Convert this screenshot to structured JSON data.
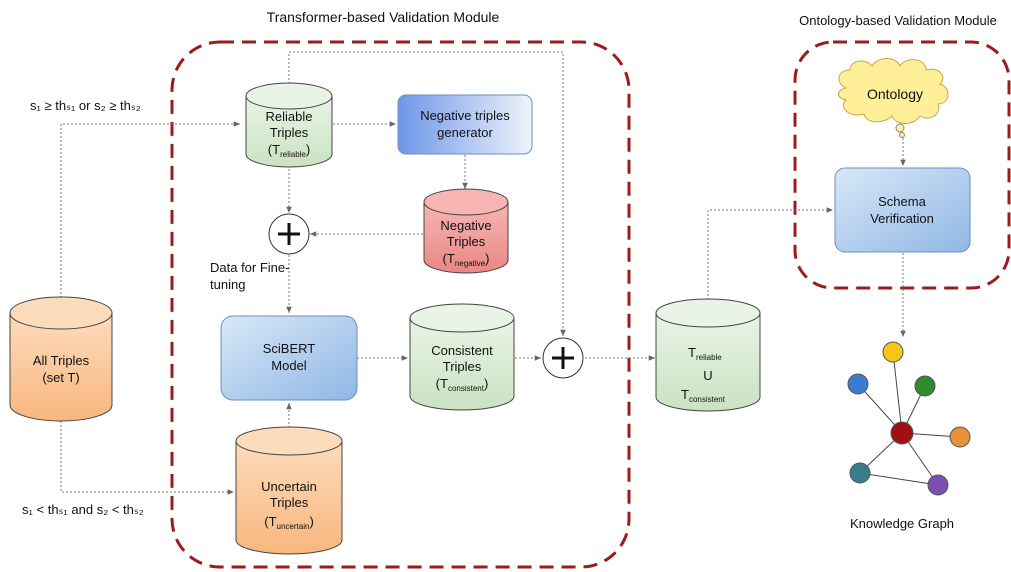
{
  "modules": {
    "transformer_title": "Transformer-based Validation Module",
    "ontology_title": "Ontology-based Validation Module"
  },
  "conditions": {
    "reliable": "s₁ ≥ thₛ₁ or s₂ ≥ thₛ₂",
    "uncertain": "s₁ < thₛ₁ and s₂ < thₛ₂"
  },
  "nodes": {
    "all_triples": {
      "line1": "All Triples",
      "line2": "(set T)"
    },
    "reliable": {
      "line1": "Reliable",
      "line2": "Triples",
      "sym": "T",
      "sub": "reliable"
    },
    "neg_gen": {
      "line1": "Negative triples",
      "line2": "generator"
    },
    "negative": {
      "line1": "Negative",
      "line2": "Triples",
      "sym": "T",
      "sub": "negative"
    },
    "finetune": {
      "line1": "Data for Fine-",
      "line2": "tuning"
    },
    "scibert": {
      "line1": "SciBERT",
      "line2": "Model"
    },
    "consistent": {
      "line1": "Consistent",
      "line2": "Triples",
      "sym": "T",
      "sub": "consistent"
    },
    "uncertain": {
      "line1": "Uncertain",
      "line2": "Triples",
      "sym": "T",
      "sub": "uncertain"
    },
    "union": {
      "sym1": "T",
      "sub1": "reliable",
      "op": "U",
      "sym2": "T",
      "sub2": "consistent"
    },
    "ontology": {
      "label": "Ontology"
    },
    "schema": {
      "line1": "Schema",
      "line2": "Verification"
    },
    "kg": {
      "label": "Knowledge Graph"
    }
  },
  "colors": {
    "module_border": "#9b1c1c",
    "green": "#d5e8d4",
    "green_stroke": "#82b366",
    "orange": "#fcc89b",
    "orange_stroke": "#d79b00",
    "red": "#f19c99",
    "red_stroke": "#b85450",
    "blue": "#b9d4ef",
    "blue_stroke": "#6c8ebf",
    "cloud": "#ffef99",
    "cloud_stroke": "#d6b656",
    "kg_nodes": [
      "#f5c518",
      "#3d7bd1",
      "#2e8b2e",
      "#a01010",
      "#e8903a",
      "#3a7d8a",
      "#7b4fb3"
    ]
  }
}
